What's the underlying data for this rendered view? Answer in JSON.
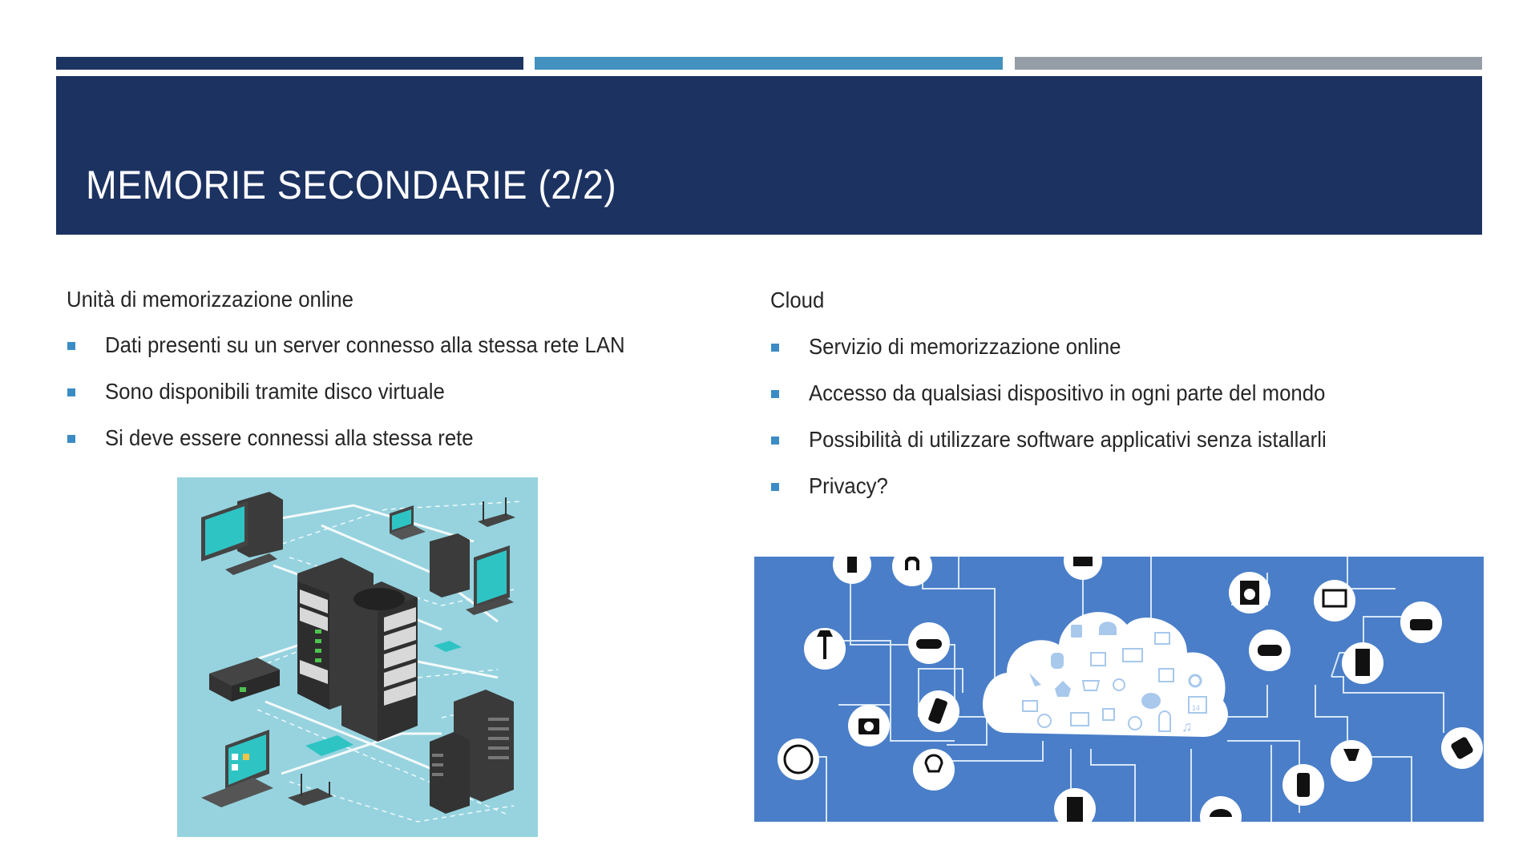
{
  "slide": {
    "title": "MEMORIE SECONDARIE (2/2)",
    "accent_bars": [
      {
        "color": "#1c3461"
      },
      {
        "color": "#4391bf"
      },
      {
        "color": "#959ea6"
      }
    ],
    "header_color": "#1c3261",
    "bullet_color": "#3b8cc4"
  },
  "left_column": {
    "heading": "Unità di memorizzazione online",
    "bullets": [
      "Dati presenti su un server connesso alla stessa rete LAN",
      "Sono disponibili tramite disco virtuale",
      "Si deve essere connessi alla stessa rete"
    ],
    "image": {
      "description": "Isometric network illustration: servers, desktops, laptops, routers, tablets connected",
      "icon": "network-servers-illustration"
    }
  },
  "right_column": {
    "heading": "Cloud",
    "bullets": [
      "Servizio di memorizzazione online",
      "Accesso da qualsiasi dispositivo in ogni parte del mondo",
      "Possibilità di utilizzare software applicativi senza istallarli",
      "Privacy?"
    ],
    "image": {
      "description": "Cloud connected to IoT devices icons",
      "icon": "cloud-iot-illustration",
      "calendar_day": "14"
    }
  }
}
